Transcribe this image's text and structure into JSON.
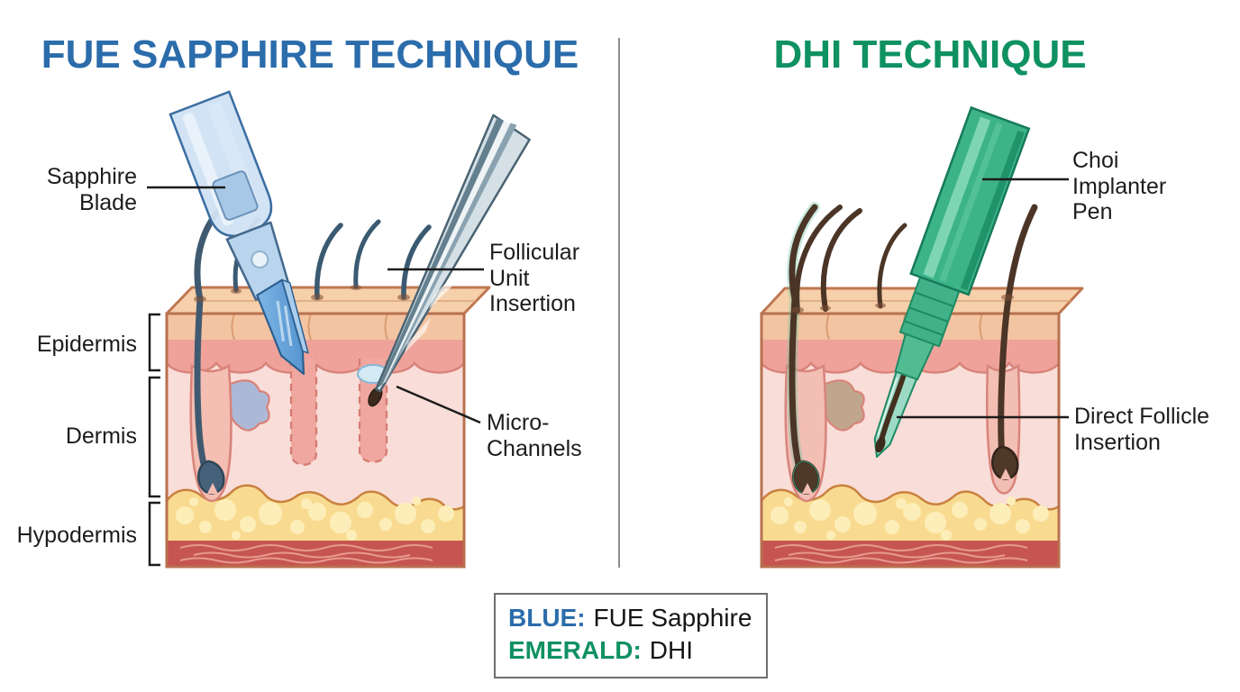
{
  "titles": {
    "left": "FUE SAPPHIRE TECHNIQUE",
    "right": "DHI TECHNIQUE"
  },
  "fue_panel": {
    "tool_label_line1": "Sapphire",
    "tool_label_line2": "Blade",
    "layer_epidermis": "Epidermis",
    "layer_dermis": "Dermis",
    "layer_hypodermis": "Hypodermis",
    "insertion_label_line1": "Follicular",
    "insertion_label_line2": "Unit",
    "insertion_label_line3": "Insertion",
    "channels_label_line1": "Micro-",
    "channels_label_line2": "Channels"
  },
  "dhi_panel": {
    "tool_label_line1": "Choi",
    "tool_label_line2": "Implanter",
    "tool_label_line3": "Pen",
    "insertion_label_line1": "Direct Follicle",
    "insertion_label_line2": "Insertion"
  },
  "legend": {
    "blue_term": "BLUE:",
    "blue_desc": "FUE Sapphire",
    "emerald_term": "EMERALD:",
    "emerald_desc": "DHI"
  },
  "colors": {
    "fue_blue": "#2b6cab",
    "dhi_emerald": "#0f9162",
    "sapphire_tool": "#5b9cd6",
    "choi_pen": "#3cb488",
    "epidermis": "#efa29a",
    "dermis": "#f9ddd8",
    "hypodermis": "#f8db90",
    "muscle": "#c65551"
  }
}
